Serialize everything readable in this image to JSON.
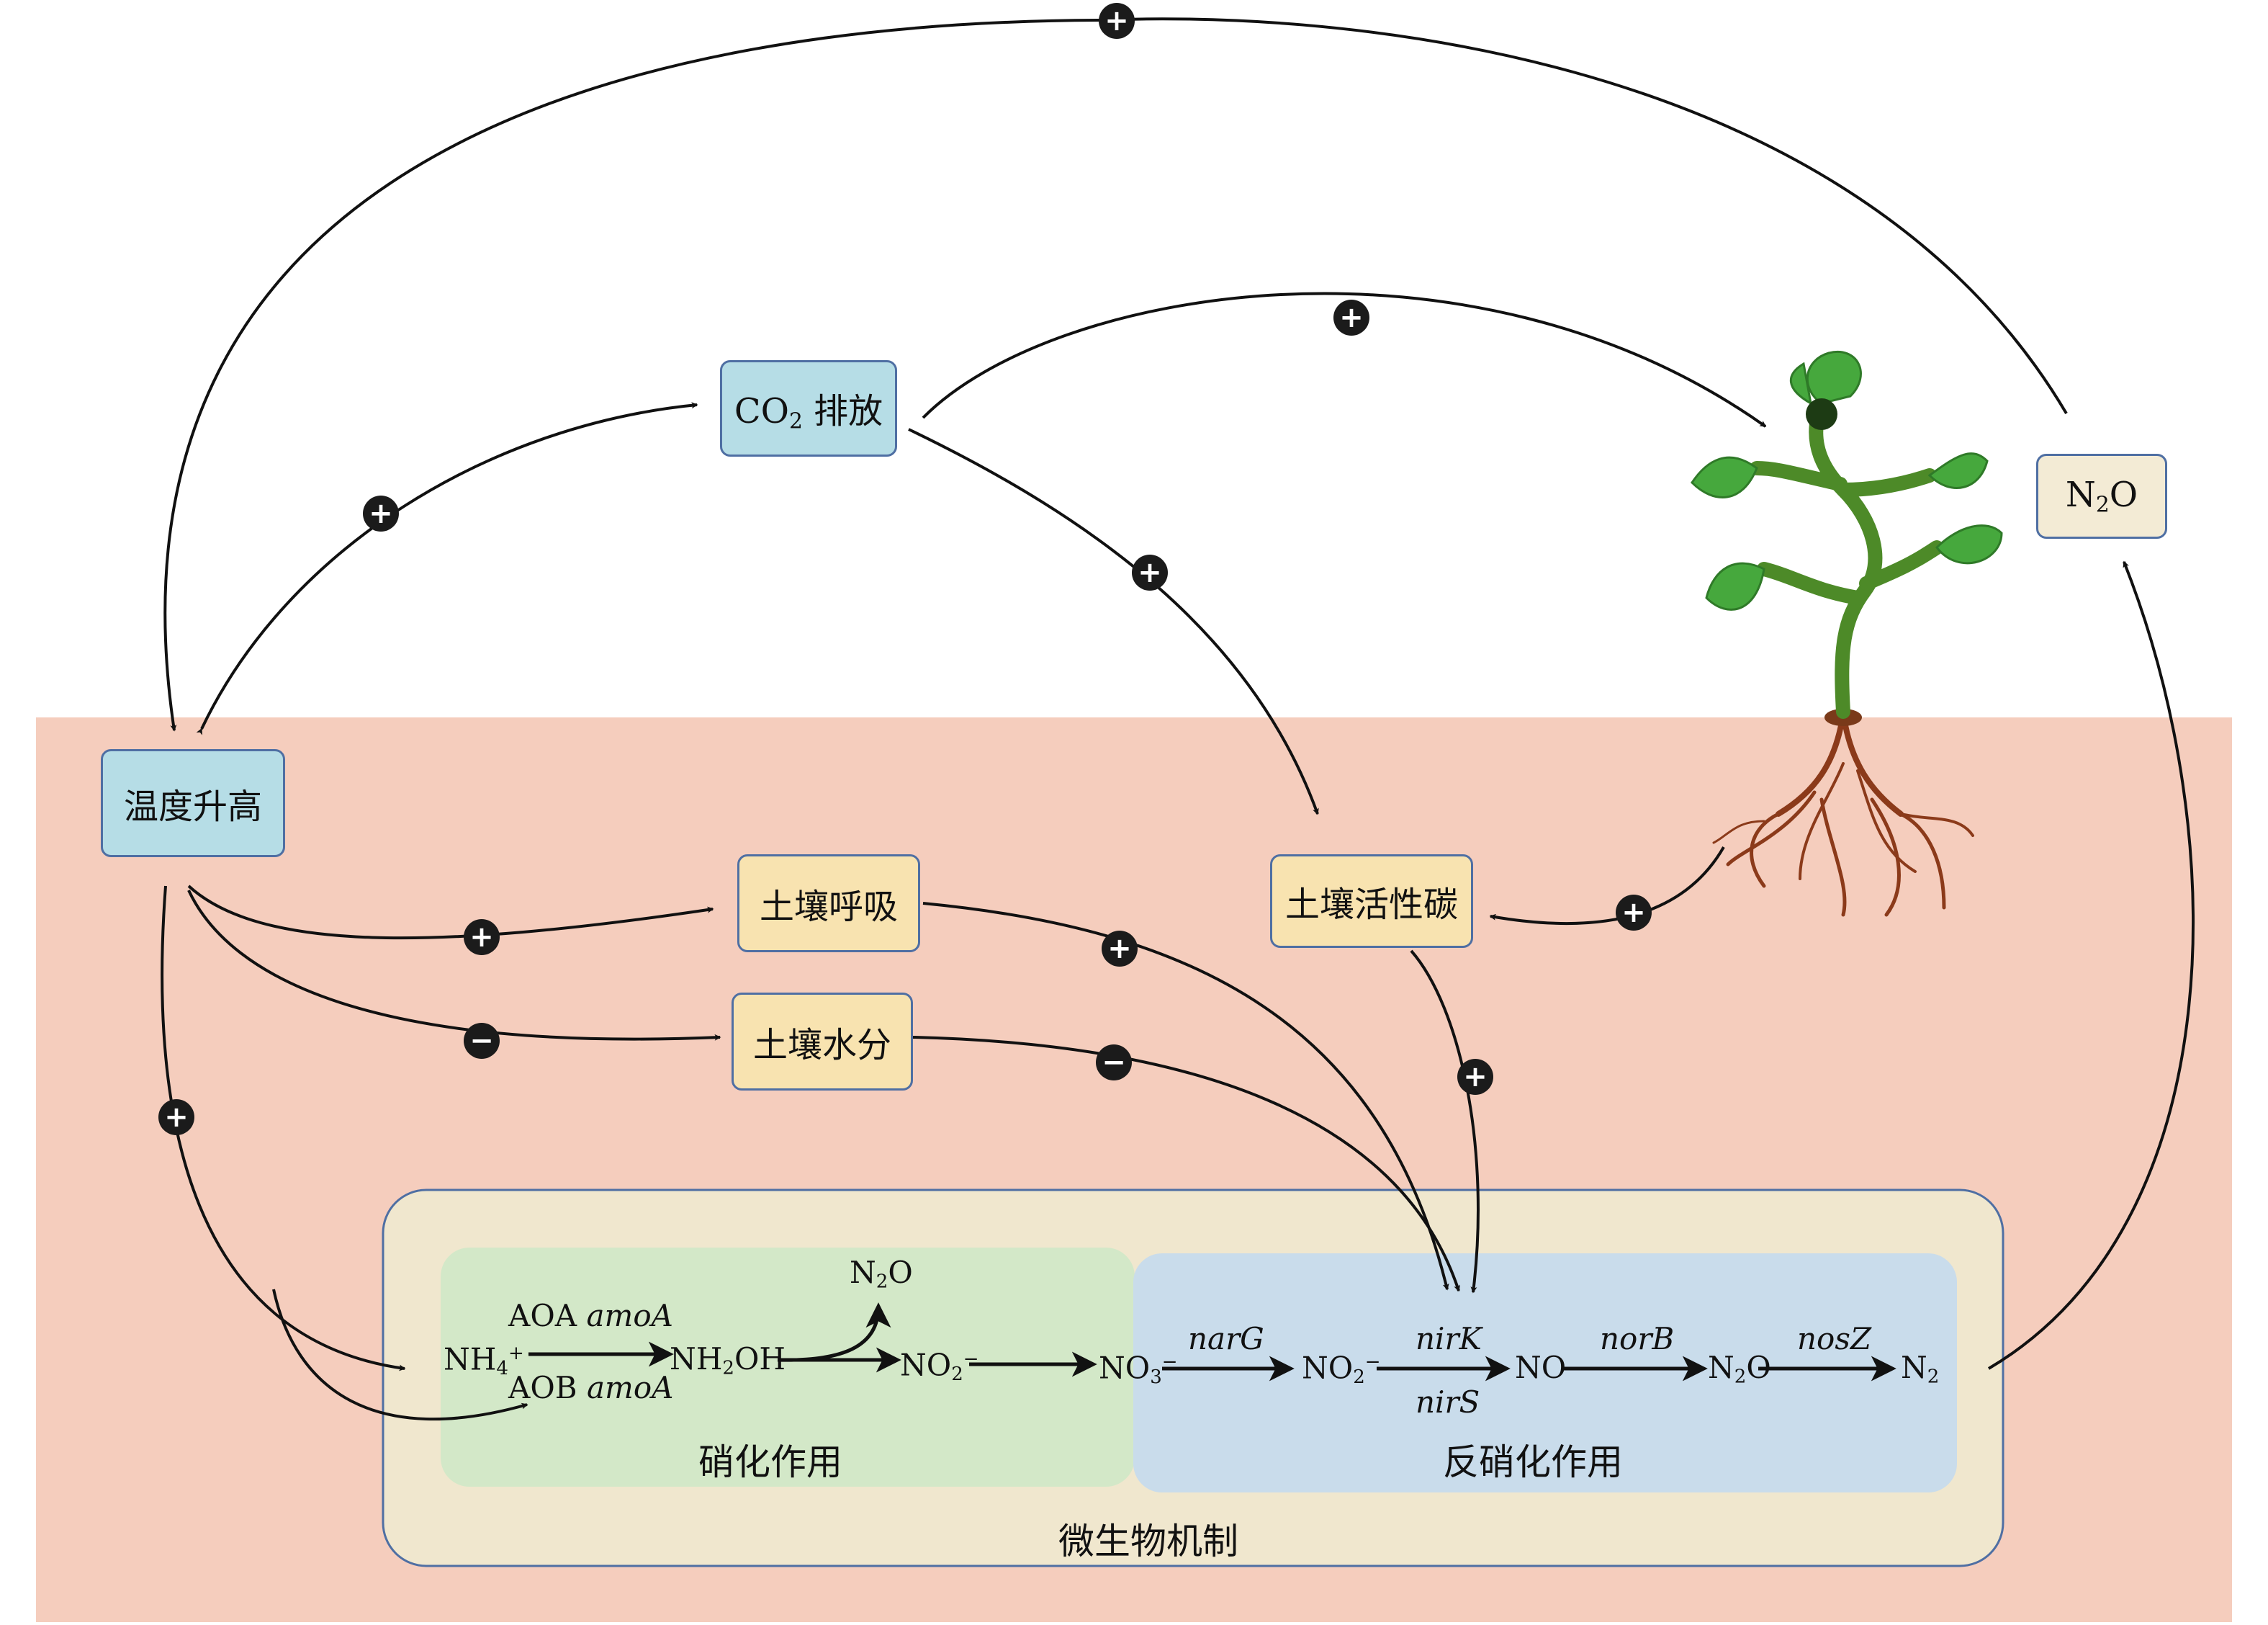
{
  "boxes": {
    "co2": {
      "main": "CO",
      "sub": "2",
      "rest": " 排放"
    },
    "n2o_atm": {
      "main": "N",
      "sub": "2",
      "rest": "O"
    },
    "temperature": "温度升高",
    "soil_respiration": "土壤呼吸",
    "soil_moisture": "土壤水分",
    "soil_active_carbon": "土壤活性碳"
  },
  "panels": {
    "microbial": "微生物机制",
    "nitrification": "硝化作用",
    "denitrification": "反硝化作用"
  },
  "nitrification": {
    "nh4": {
      "main": "NH",
      "sub": "4",
      "sup": "+"
    },
    "aoa": {
      "org": "AOA ",
      "gene": "amoA"
    },
    "aob": {
      "org": "AOB ",
      "gene": "amoA"
    },
    "nh2oh": {
      "a": "NH",
      "sub": "2",
      "b": "OH"
    },
    "n2o": {
      "a": "N",
      "sub": "2",
      "b": "O"
    },
    "no2": {
      "main": "NO",
      "sub": "2",
      "sup": "−"
    }
  },
  "denitrification": {
    "no3": {
      "main": "NO",
      "sub": "3",
      "sup": "−"
    },
    "no2": {
      "main": "NO",
      "sub": "2",
      "sup": "−"
    },
    "no": "NO",
    "n2o": {
      "a": "N",
      "sub": "2",
      "b": "O"
    },
    "n2": {
      "a": "N",
      "sub": "2"
    },
    "genes": {
      "narG": "narG",
      "nirK": "nirK",
      "nirS": "nirS",
      "norB": "norB",
      "nosZ": "nosZ"
    }
  },
  "signs": {
    "top_arc": "+",
    "co2_to_plant": "+",
    "temp_co2": "+",
    "co2_to_carbon": "+",
    "temp_to_respiration": "+",
    "temp_to_moisture": "−",
    "respiration_to_denit": "+",
    "moisture_to_denit": "−",
    "carbon_to_denit": "+",
    "plant_to_carbon": "+",
    "temp_to_nitrification": "+"
  },
  "colors": {
    "soil": "#f5cdbd",
    "microbial_panel": "#f0e7ce",
    "nitrification_panel": "#d3e8c8",
    "denitrification_panel": "#c9dceb",
    "box_blue": "#b6dde6",
    "box_yellow": "#f8e3b0",
    "box_border": "#4f6fa3",
    "sign": "#1b1b1b"
  }
}
